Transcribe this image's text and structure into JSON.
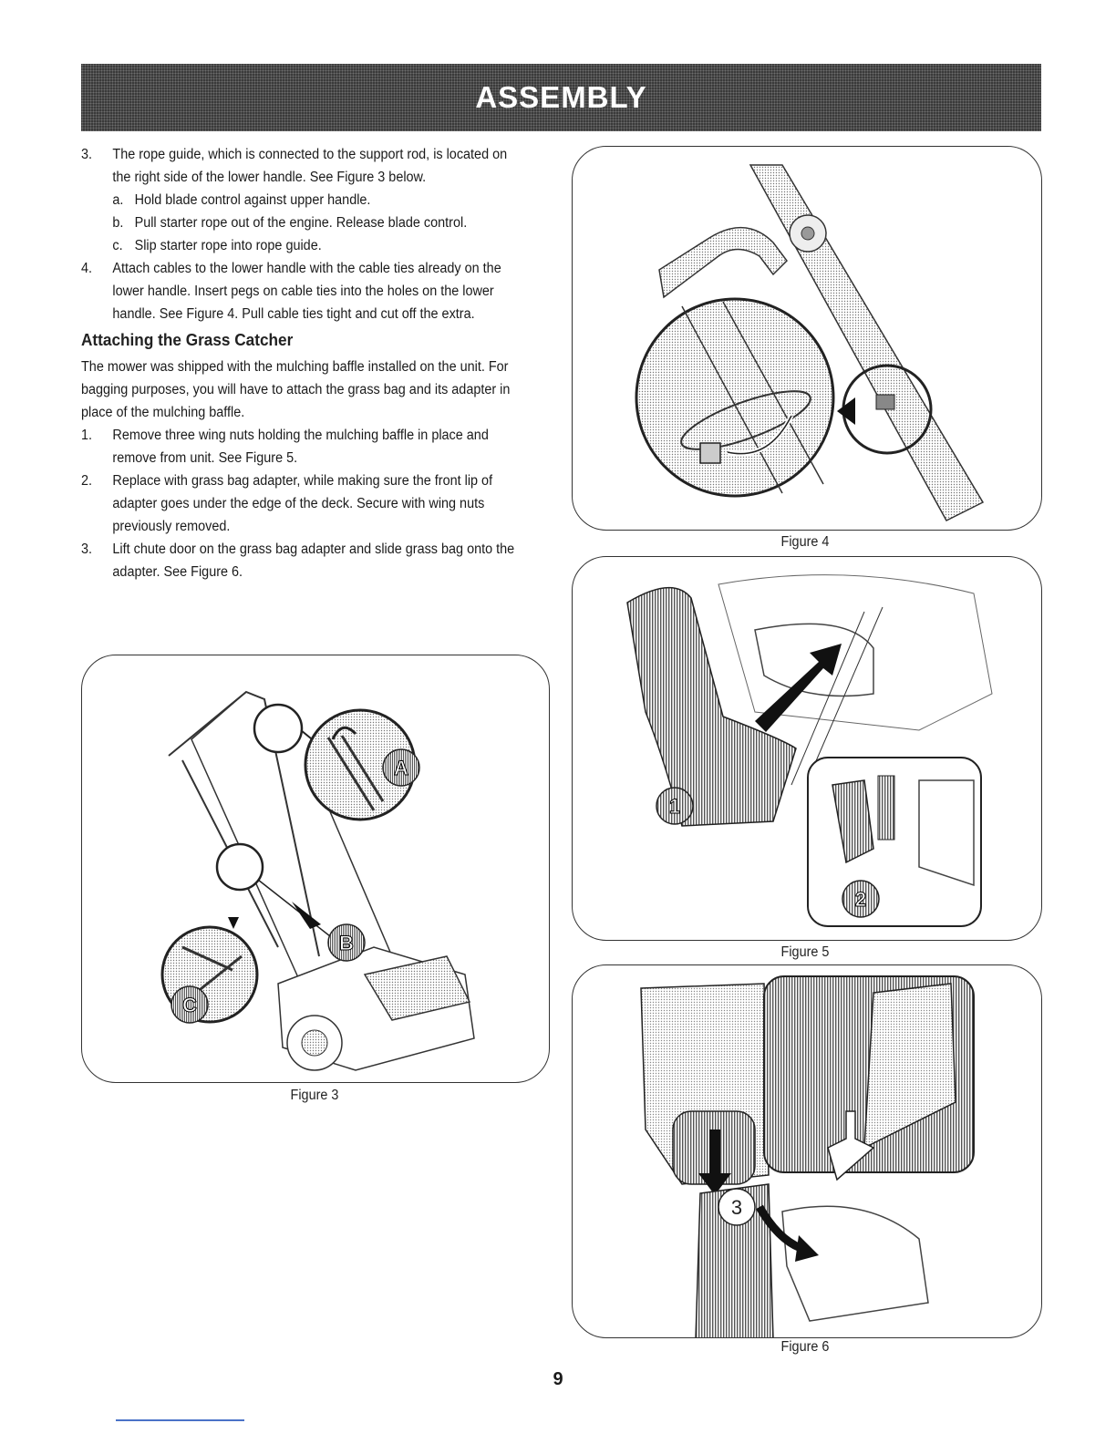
{
  "header": {
    "title": "ASSEMBLY"
  },
  "steps_a": [
    {
      "num": "3.",
      "text": "The rope guide, which is connected to the support rod, is located on the right side of the lower handle. See Figure 3 below.",
      "substeps": [
        {
          "num": "a.",
          "text": "Hold blade control against upper handle."
        },
        {
          "num": "b.",
          "text": "Pull starter rope out of the engine. Release blade control."
        },
        {
          "num": "c.",
          "text": "Slip starter rope into rope guide."
        }
      ]
    },
    {
      "num": "4.",
      "text": "Attach cables to the lower handle with the cable ties already on the lower handle. Insert pegs on cable ties into the holes on the lower handle. See Figure 4. Pull cable ties tight and cut off the extra."
    }
  ],
  "section": {
    "heading": "Attaching the Grass Catcher",
    "intro": "The mower was shipped with the mulching baffle installed on the unit. For bagging purposes, you will have to attach the grass bag and its adapter in place of the mulching baffle."
  },
  "steps_b": [
    {
      "num": "1.",
      "text": "Remove three wing nuts holding the mulching baffle in place and remove from unit. See Figure 5."
    },
    {
      "num": "2.",
      "text": "Replace with grass bag adapter, while making sure the front lip of adapter goes under the edge of the deck. Secure with wing nuts previously removed."
    },
    {
      "num": "3.",
      "text": "Lift chute door on the grass bag adapter and slide grass bag onto the adapter. See Figure 6."
    }
  ],
  "figures": {
    "fig3": {
      "caption": "Figure 3",
      "callouts": {
        "a": "A",
        "b": "B",
        "c": "C"
      }
    },
    "fig4": {
      "caption": "Figure 4"
    },
    "fig5": {
      "caption": "Figure 5",
      "callouts": {
        "one": "1",
        "two": "2"
      }
    },
    "fig6": {
      "caption": "Figure 6",
      "callouts": {
        "three": "3"
      }
    }
  },
  "page_number": "9"
}
